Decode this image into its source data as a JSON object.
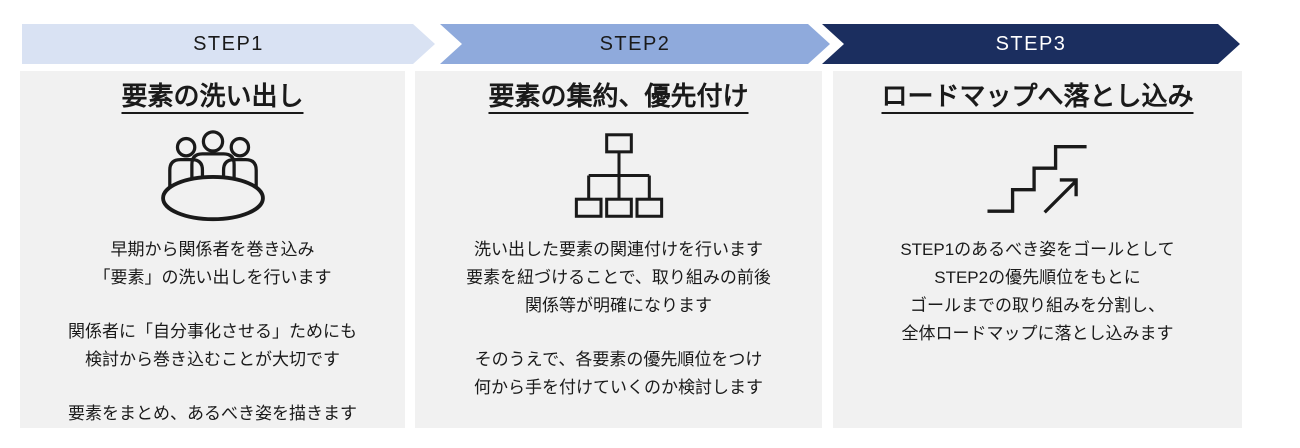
{
  "colors": {
    "step1_banner": "#d9e2f3",
    "step2_banner": "#8faadc",
    "step3_banner": "#1b2e5f",
    "panel_bg": "#f1f1f1",
    "text": "#1a1a1a",
    "banner_text_dark": "#1a1a1a",
    "banner_text_light": "#ffffff",
    "icon_stroke": "#1a1a1a"
  },
  "steps": [
    {
      "banner_label": "STEP1",
      "title": "要素の洗い出し",
      "icon": "meeting-table-icon",
      "paragraphs": [
        {
          "lines": [
            "早期から関係者を巻き込み",
            "「要素」の洗い出しを行います"
          ]
        },
        {
          "lines": [
            "関係者に「自分事化させる」ためにも",
            "検討から巻き込むことが大切です"
          ]
        },
        {
          "lines": [
            "要素をまとめ、あるべき姿を描きます"
          ]
        }
      ]
    },
    {
      "banner_label": "STEP2",
      "title": "要素の集約、優先付け",
      "icon": "org-chart-icon",
      "paragraphs": [
        {
          "lines": [
            "洗い出した要素の関連付けを行います",
            "要素を紐づけることで、取り組みの前後",
            "関係等が明確になります"
          ]
        },
        {
          "lines": [
            "そのうえで、各要素の優先順位をつけ",
            "何から手を付けていくのか検討します"
          ]
        }
      ]
    },
    {
      "banner_label": "STEP3",
      "title": "ロードマップへ落とし込み",
      "icon": "stairs-growth-icon",
      "paragraphs": [
        {
          "lines": [
            "STEP1のあるべき姿をゴールとして",
            "STEP2の優先順位をもとに",
            "ゴールまでの取り組みを分割し、",
            "全体ロードマップに落とし込みます"
          ]
        }
      ]
    }
  ]
}
